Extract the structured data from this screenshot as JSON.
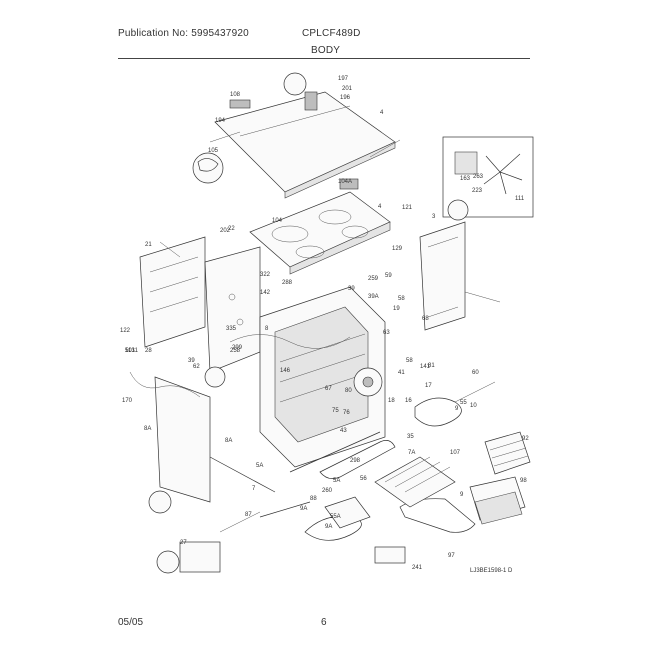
{
  "header": {
    "publication": "Publication No: 5995437920",
    "model": "CPLCF489D",
    "section": "BODY"
  },
  "diagram": {
    "part_labels": [
      "4",
      "4",
      "3",
      "5",
      "5A",
      "5A",
      "7",
      "7A",
      "8",
      "8A",
      "8A",
      "9",
      "9",
      "9A",
      "9A",
      "10",
      "16",
      "17",
      "18",
      "19",
      "21",
      "22",
      "27",
      "28",
      "35",
      "39",
      "39",
      "39A",
      "41",
      "43",
      "55",
      "55A",
      "56",
      "58",
      "58",
      "59",
      "60",
      "62",
      "63",
      "67",
      "68",
      "75",
      "76",
      "80",
      "81",
      "87",
      "88",
      "92",
      "97",
      "98",
      "101",
      "104",
      "104A",
      "105",
      "107",
      "108",
      "111",
      "121",
      "122",
      "129",
      "131",
      "141",
      "142",
      "146",
      "163",
      "170",
      "194",
      "196",
      "197",
      "201",
      "202",
      "223",
      "241",
      "258",
      "259",
      "260",
      "263",
      "288",
      "298",
      "299",
      "322",
      "335"
    ],
    "drawing_code": "LJ3BE1598-1 D"
  },
  "footer": {
    "date": "05/05",
    "page": "6"
  }
}
